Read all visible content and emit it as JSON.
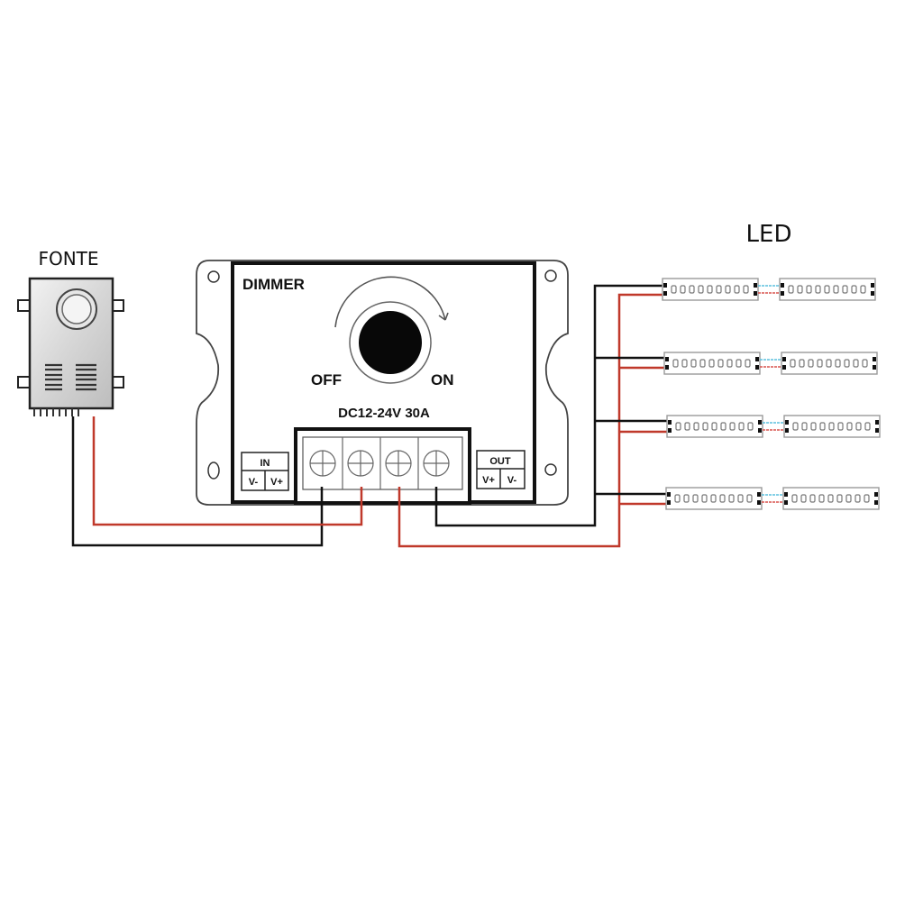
{
  "labels": {
    "power_supply": "FONTE",
    "led": "LED"
  },
  "dimmer": {
    "title": "DIMMER",
    "off": "OFF",
    "on": "ON",
    "rating": "DC12-24V 30A",
    "in_label": "IN",
    "in_minus": "V-",
    "in_plus": "V+",
    "out_label": "OUT",
    "out_plus": "V+",
    "out_minus": "V-"
  },
  "led_strips": {
    "rows": 4,
    "segments_per_row": 2,
    "leds_per_segment": 9
  },
  "colors": {
    "wire_negative": "#111111",
    "wire_positive": "#c0392b",
    "link_blue": "#5bc0de",
    "link_red": "#d9534f",
    "supply_body": "#dcdcdc"
  }
}
